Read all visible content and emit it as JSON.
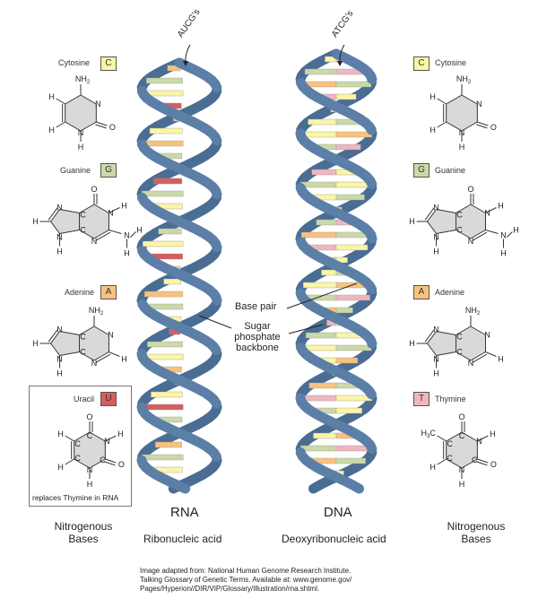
{
  "colors": {
    "backbone": "#5b7fa6",
    "backbone_dark": "#4a6d93",
    "cytosine": "#fbf5a6",
    "guanine": "#cbd9a8",
    "adenine": "#f8c27e",
    "uracil": "#d95c5c",
    "thymine": "#f0b6c0"
  },
  "left_bases": {
    "cytosine": {
      "name": "Cytosine",
      "letter": "C"
    },
    "guanine": {
      "name": "Guanine",
      "letter": "G"
    },
    "adenine": {
      "name": "Adenine",
      "letter": "A"
    },
    "uracil": {
      "name": "Uracil",
      "letter": "U",
      "note": "replaces Thymine in RNA"
    },
    "caption_line1": "Nitrogenous",
    "caption_line2": "Bases"
  },
  "right_bases": {
    "cytosine": {
      "name": "Cytosine",
      "letter": "C"
    },
    "guanine": {
      "name": "Guanine",
      "letter": "G"
    },
    "adenine": {
      "name": "Adenine",
      "letter": "A"
    },
    "thymine": {
      "name": "Thymine",
      "letter": "T"
    },
    "caption_line1": "Nitrogenous",
    "caption_line2": "Bases"
  },
  "rna": {
    "title": "RNA",
    "subtitle": "Ribonucleic acid",
    "pointer": "AUCG's"
  },
  "dna": {
    "title": "DNA",
    "subtitle": "Deoxyribonucleic acid",
    "pointer": "ATCG's"
  },
  "labels": {
    "base_pair": "Base pair",
    "backbone_1": "Sugar",
    "backbone_2": "phosphate",
    "backbone_3": "backbone"
  },
  "atoms": {
    "H": "H",
    "N": "N",
    "O": "O",
    "C": "C",
    "NH2": "NH",
    "sub2": "2",
    "H3C": "H",
    "C3": "C",
    "sub3": "3"
  },
  "credit": [
    "Image adapted from: National Human Genome Research Institute.",
    "Talking Glossary of Genetic Terms. Available at: www.genome.gov/",
    "Pages/Hyperion//DIR/VIP/Glossary/Illustration/rna.shtml."
  ]
}
